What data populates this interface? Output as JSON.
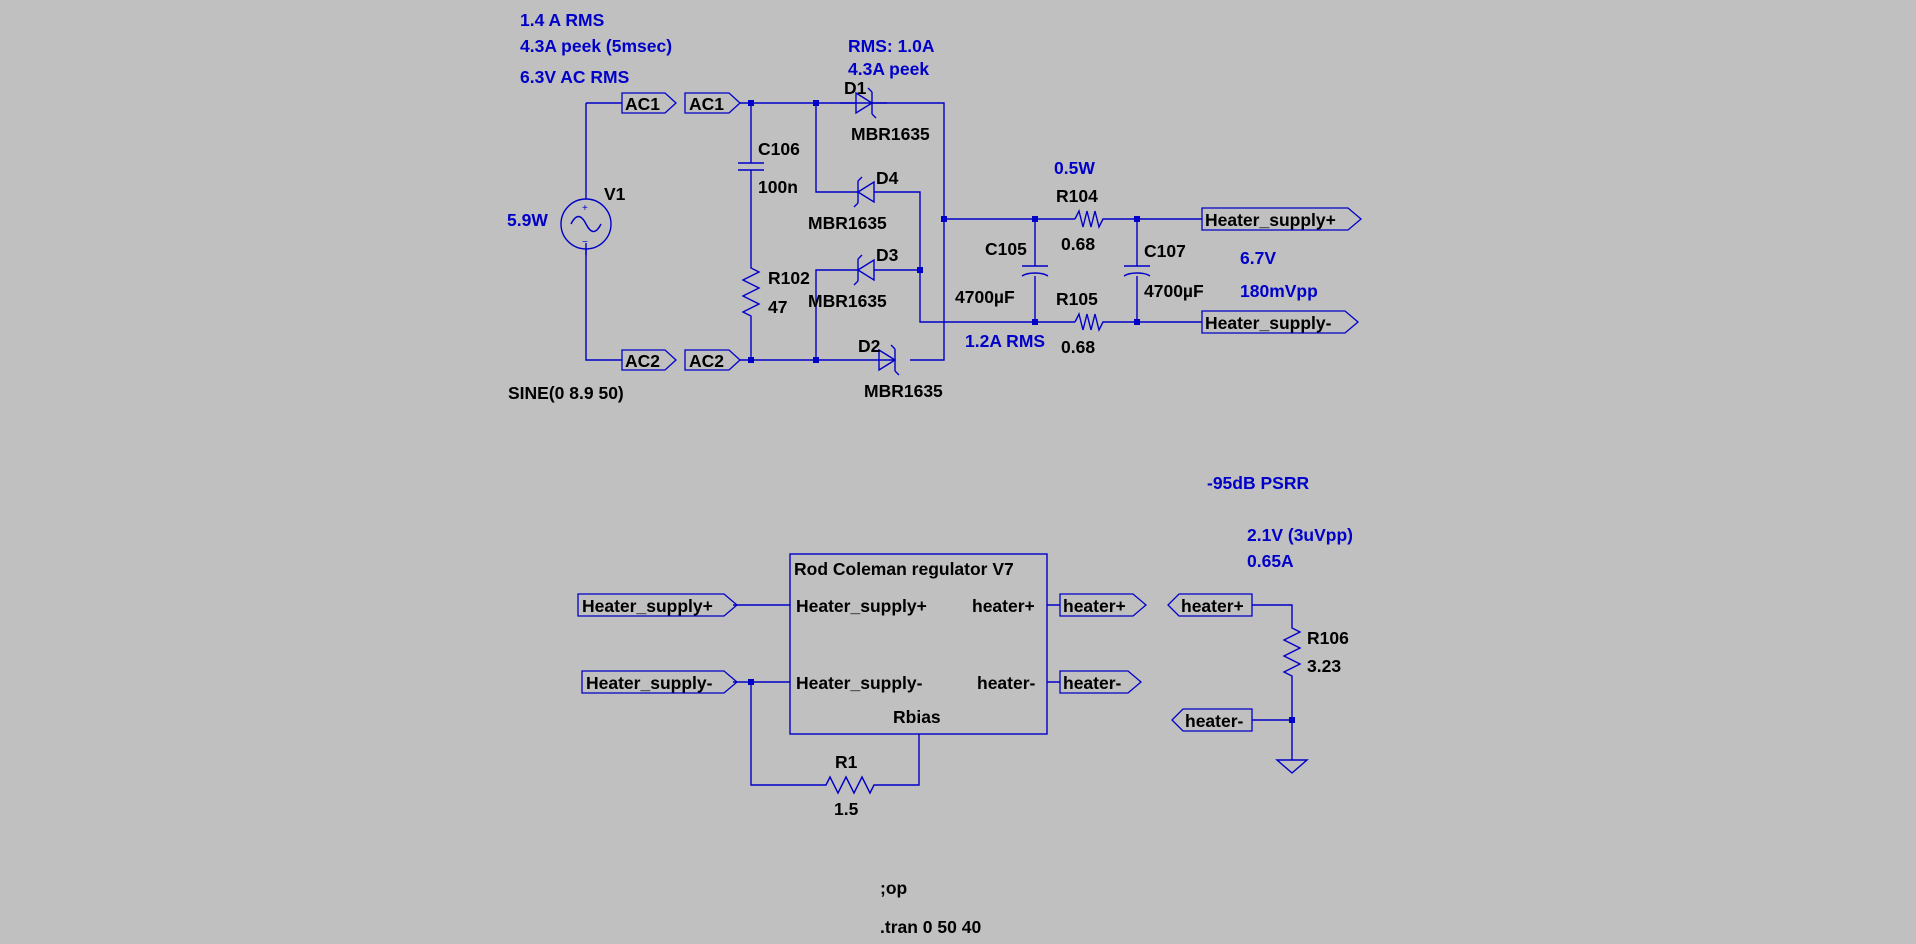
{
  "annotations": {
    "v1_rms": "1.4 A RMS",
    "v1_peak": "4.3A peek (5msec)",
    "v1_ac": "6.3V AC RMS",
    "d1_rms": "RMS: 1.0A",
    "d1_peak": "4.3A peek",
    "v1_power": "5.9W",
    "r104_power": "0.5W",
    "out_voltage": "6.7V",
    "out_ripple": "180mVpp",
    "r105_rms": "1.2A RMS",
    "psrr": "-95dB PSRR",
    "heater_voltage": "2.1V (3uVpp)",
    "heater_current": "0.65A"
  },
  "components": {
    "v1": {
      "name": "V1",
      "value": "SINE(0 8.9 50)"
    },
    "c106": {
      "name": "C106",
      "value": "100n"
    },
    "r102": {
      "name": "R102",
      "value": "47"
    },
    "d1": {
      "name": "D1",
      "model": "MBR1635"
    },
    "d2": {
      "name": "D2",
      "model": "MBR1635"
    },
    "d3": {
      "name": "D3",
      "model": "MBR1635"
    },
    "d4": {
      "name": "D4",
      "model": "MBR1635"
    },
    "c105": {
      "name": "C105",
      "value": "4700µF"
    },
    "c107": {
      "name": "C107",
      "value": "4700µF"
    },
    "r104": {
      "name": "R104",
      "value": "0.68"
    },
    "r105": {
      "name": "R105",
      "value": "0.68"
    },
    "r106": {
      "name": "R106",
      "value": "3.23"
    },
    "r1": {
      "name": "R1",
      "value": "1.5"
    }
  },
  "net_labels": {
    "ac1": "AC1",
    "ac2": "AC2",
    "heater_supply_plus": "Heater_supply+",
    "heater_supply_minus": "Heater_supply-",
    "heater_plus": "heater+",
    "heater_minus": "heater-"
  },
  "regulator": {
    "title": "Rod Coleman regulator V7",
    "pin_in_plus": "Heater_supply+",
    "pin_in_minus": "Heater_supply-",
    "pin_out_plus": "heater+",
    "pin_out_minus": "heater-",
    "pin_rbias": "Rbias"
  },
  "directives": {
    "op": ";op",
    "tran": ".tran 0 50 40"
  }
}
